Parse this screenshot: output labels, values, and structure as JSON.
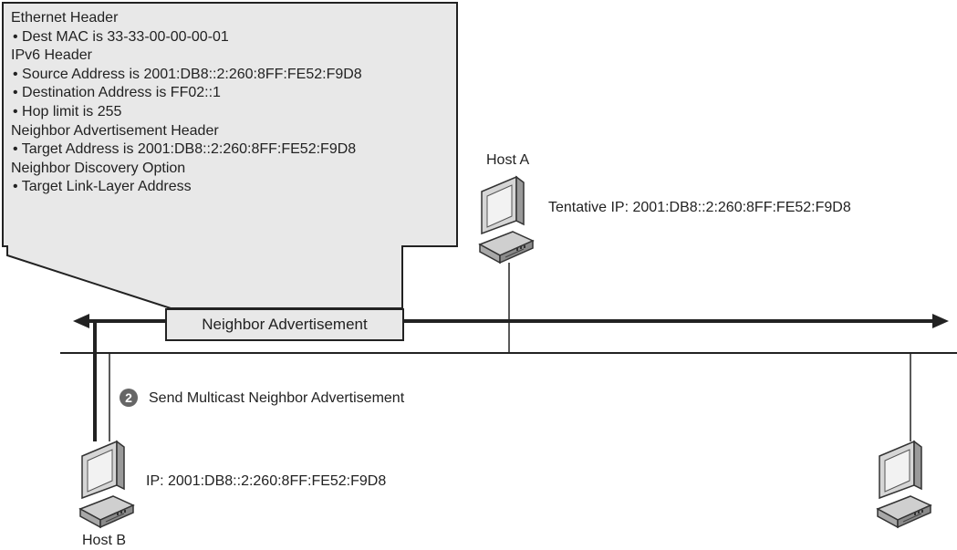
{
  "callout": {
    "lines": [
      "Ethernet Header",
      "• Dest MAC is 33-33-00-00-00-01",
      "IPv6 Header",
      "• Source Address is 2001:DB8::2:260:8FF:FE52:F9D8",
      "• Destination Address is FF02::1",
      "• Hop limit is 255",
      "Neighbor Advertisement Header",
      "• Target Address is 2001:DB8::2:260:8FF:FE52:F9D8",
      "Neighbor Discovery Option",
      "• Target Link-Layer Address"
    ]
  },
  "host_a": {
    "name": "Host A",
    "ip_label": "Tentative IP: 2001:DB8::2:260:8FF:FE52:F9D8"
  },
  "host_b": {
    "name": "Host B",
    "ip_label": "IP: 2001:DB8::2:260:8FF:FE52:F9D8"
  },
  "message_box": "Neighbor Advertisement",
  "step": {
    "number": "2",
    "label": "Send Multicast Neighbor Advertisement"
  },
  "icons": {
    "computer": "computer-icon"
  },
  "colors": {
    "callout_fill": "#e8e8e8",
    "line": "#222222",
    "computer_body": "#d6d6d6",
    "computer_screen": "#bdbdbd"
  }
}
